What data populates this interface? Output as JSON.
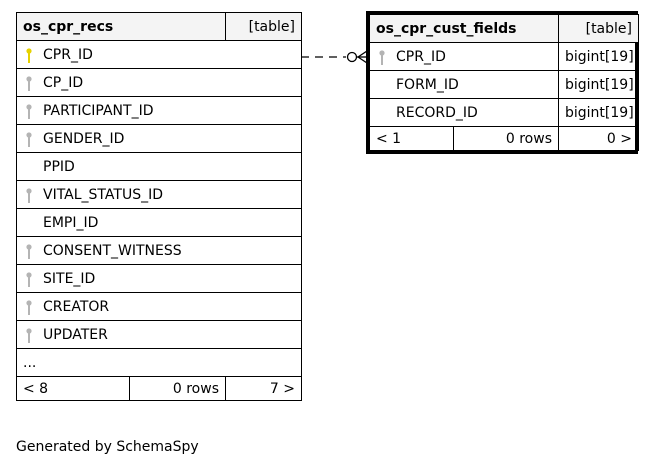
{
  "tables": [
    {
      "name": "os_cpr_recs",
      "kind": "[table]",
      "columns": [
        {
          "name": "CPR_ID",
          "key": "primary"
        },
        {
          "name": "CP_ID",
          "key": "foreign"
        },
        {
          "name": "PARTICIPANT_ID",
          "key": "foreign"
        },
        {
          "name": "GENDER_ID",
          "key": "foreign"
        },
        {
          "name": "PPID",
          "key": "none"
        },
        {
          "name": "VITAL_STATUS_ID",
          "key": "foreign"
        },
        {
          "name": "EMPI_ID",
          "key": "none"
        },
        {
          "name": "CONSENT_WITNESS",
          "key": "foreign"
        },
        {
          "name": "SITE_ID",
          "key": "foreign"
        },
        {
          "name": "CREATOR",
          "key": "foreign"
        },
        {
          "name": "UPDATER",
          "key": "foreign"
        }
      ],
      "ellipsis": "...",
      "footer": {
        "parents": "< 8",
        "rows": "0 rows",
        "children": "7 >"
      }
    },
    {
      "name": "os_cpr_cust_fields",
      "kind": "[table]",
      "columns": [
        {
          "name": "CPR_ID",
          "type": "bigint[19]",
          "key": "foreign"
        },
        {
          "name": "FORM_ID",
          "type": "bigint[19]",
          "key": "none"
        },
        {
          "name": "RECORD_ID",
          "type": "bigint[19]",
          "key": "none"
        }
      ],
      "footer": {
        "parents": "< 1",
        "rows": "0 rows",
        "children": "0 >"
      }
    }
  ],
  "generated_by": "Generated by SchemaSpy",
  "colors": {
    "primary_key": "#e6d200",
    "foreign_key": "#b4b4b4",
    "header_bg": "#f4f4f4"
  }
}
